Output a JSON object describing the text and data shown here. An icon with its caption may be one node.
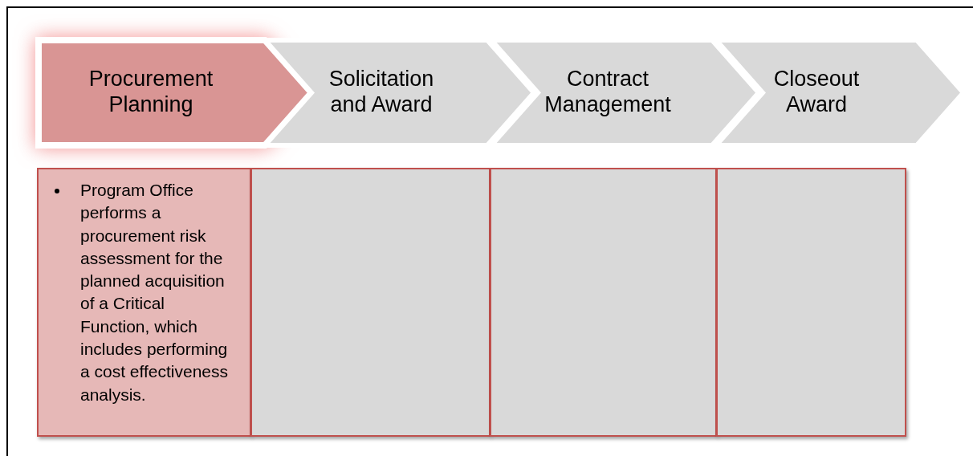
{
  "diagram": {
    "nodes": [
      {
        "text": [
          "Procurement Planning"
        ]
      },
      {
        "text": [
          "Solicitation and Award"
        ]
      },
      {
        "text": [
          "Contract Management"
        ]
      },
      {
        "text": [
          "Closeout Award"
        ]
      },
      {
        "text": [
          "Program Office performs a procurement risk assessment for the planned acquisition of a Critical Function, which includes performing a cost effectiveness analysis."
        ]
      },
      {
        "text": [],
        "shape": "box"
      },
      {
        "text": [],
        "shape": "box"
      },
      {
        "text": [],
        "shape": "box"
      }
    ]
  }
}
